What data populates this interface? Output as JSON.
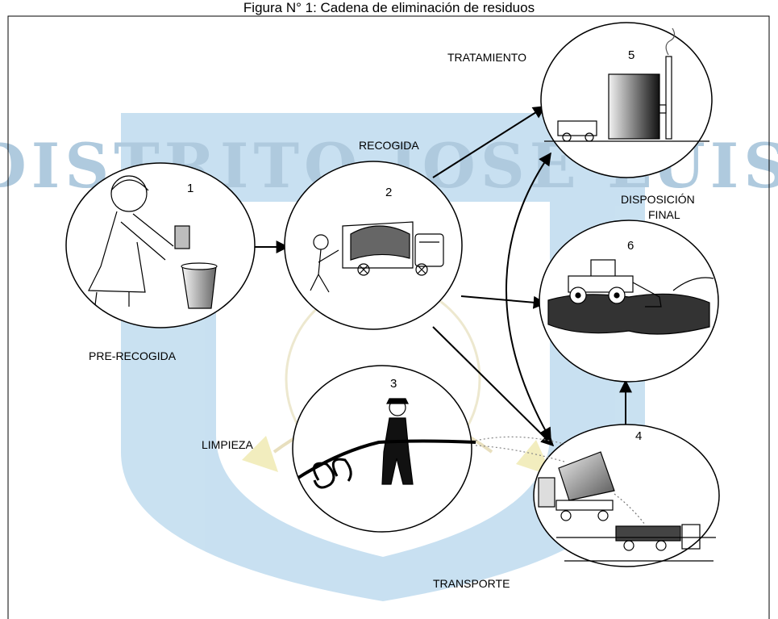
{
  "figure": {
    "caption": "Figura N° 1: Cadena de eliminación de residuos"
  },
  "watermark": {
    "text": "DISTRITO JOSE LUIS"
  },
  "nodes": [
    {
      "number": "1",
      "label": "PRE-RECOGIDA",
      "icon": "person-depositing-trash-icon"
    },
    {
      "number": "2",
      "label": "RECOGIDA",
      "icon": "garbage-truck-icon"
    },
    {
      "number": "3",
      "label": "LIMPIEZA",
      "icon": "street-cleaner-hose-icon"
    },
    {
      "number": "4",
      "label": "TRANSPORTE",
      "icon": "transfer-trucks-icon"
    },
    {
      "number": "5",
      "label": "TRATAMIENTO",
      "icon": "treatment-plant-icon"
    },
    {
      "number": "6",
      "label_line1": "DISPOSICIÓN",
      "label_line2": "FINAL",
      "icon": "landfill-bulldozer-icon"
    }
  ]
}
